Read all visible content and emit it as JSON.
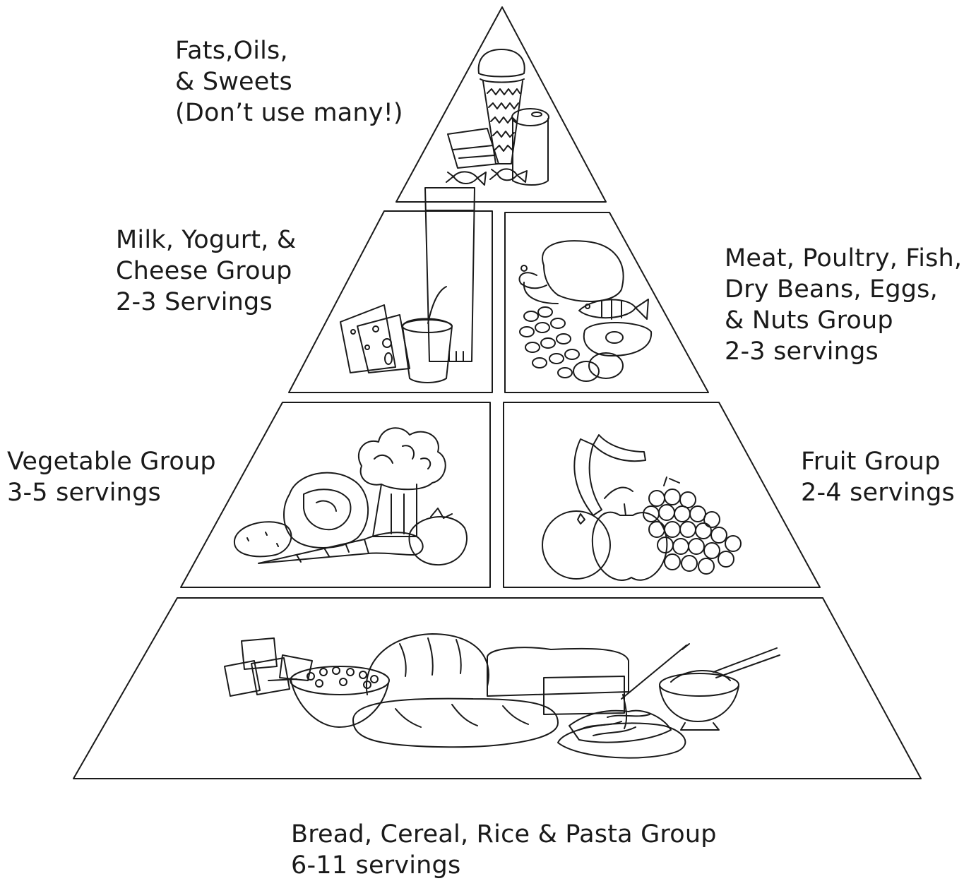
{
  "labels": {
    "top": [
      "Fats,Oils,",
      "& Sweets",
      "(Don’t use many!)"
    ],
    "milk": [
      "Milk, Yogurt, &",
      "Cheese Group",
      "2-3 Servings"
    ],
    "meat": [
      "Meat, Poultry, Fish,",
      "Dry Beans, Eggs,",
      "& Nuts Group",
      "2-3 servings"
    ],
    "vegetable": [
      "Vegetable Group",
      "3-5 servings"
    ],
    "fruit": [
      "Fruit Group",
      "2-4 servings"
    ],
    "bread": [
      "Bread, Cereal, Rice & Pasta Group",
      "6-11 servings"
    ]
  },
  "icons": {
    "top": "sweets-ice-cream-candy-icon",
    "milk": "milk-cheese-yogurt-icon",
    "meat": "turkey-fish-meat-beans-icon",
    "vegetable": "broccoli-cabbage-carrot-tomato-icon",
    "fruit": "banana-orange-apple-grapes-icon",
    "bread": "bread-cereal-pasta-rice-icon"
  },
  "colors": {
    "line": "#1a1a1a",
    "background": "#ffffff"
  }
}
